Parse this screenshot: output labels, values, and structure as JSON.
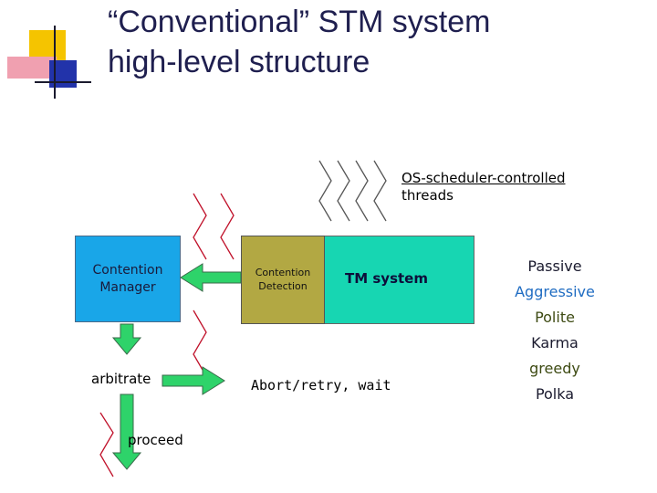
{
  "slide": {
    "title_line1": "“Conventional” STM system",
    "title_line2": "high-level structure"
  },
  "diagram": {
    "threads_label_line1": "OS-scheduler-controlled",
    "threads_label_line2": "threads",
    "contention_manager_line1": "Contention",
    "contention_manager_line2": "Manager",
    "contention_detection_line1": "Contention",
    "contention_detection_line2": "Detection",
    "tm_system": "TM system",
    "arbitrate": "arbitrate",
    "proceed": "proceed",
    "abort_retry_wait": "Abort/retry, wait"
  },
  "policies": [
    {
      "name": "Passive",
      "color": "#1a1a2e"
    },
    {
      "name": "Aggressive",
      "color": "#1f6cc2"
    },
    {
      "name": "Polite",
      "color": "#3d4a12"
    },
    {
      "name": "Karma",
      "color": "#1a1a2e"
    },
    {
      "name": "greedy",
      "color": "#3d4a12"
    },
    {
      "name": "Polka",
      "color": "#1a1a2e"
    }
  ],
  "colors": {
    "title": "#1f1f4f",
    "contention_manager_box": "#19a6e8",
    "tm_system_box": "#17d6b2",
    "contention_detection_box": "#b2a843",
    "arrow": "#2ed36a",
    "squiggle": "#c0112a",
    "thread_squiggle": "#555555",
    "logo_yellow": "#f5c400",
    "logo_pink": "#f0a0b0",
    "logo_blue": "#2233aa"
  }
}
